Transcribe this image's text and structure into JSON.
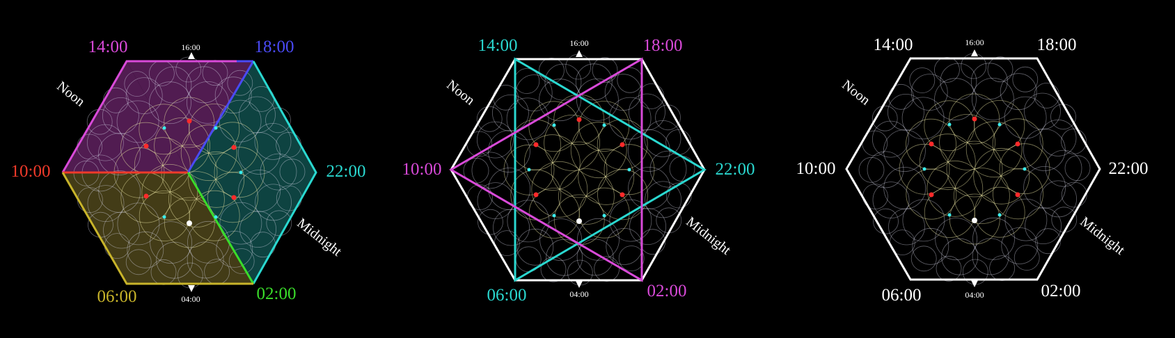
{
  "colors": {
    "background": "#000000",
    "white": "#ffffff",
    "magenta": "#d94ad9",
    "blue": "#4a4af5",
    "cyan": "#2ad8d0",
    "red": "#f03a2a",
    "green": "#3adc2a",
    "yellow": "#c8b42a",
    "circle_line": "#d8d8e8",
    "dot_red": "#ff2a2a",
    "dot_cyan": "#3aeeee",
    "dot_white": "#ffffff"
  },
  "panels": [
    {
      "id": "panel-1",
      "labels": {
        "t1400": "14:00",
        "t1600": "16:00",
        "t1800": "18:00",
        "t2200": "22:00",
        "t0200": "02:00",
        "t0400": "04:00",
        "t0600": "06:00",
        "t1000": "10:00",
        "noon": "Noon",
        "midnight": "Midnight"
      },
      "label_colors": {
        "t1400": "#d94ad9",
        "t1800": "#4a4af5",
        "t2200": "#2ad8d0",
        "t0200": "#3adc2a",
        "t0600": "#c8b42a",
        "t1000": "#f03a2a"
      }
    },
    {
      "id": "panel-2",
      "labels": {
        "t1400": "14:00",
        "t1600": "16:00",
        "t1800": "18:00",
        "t2200": "22:00",
        "t0200": "02:00",
        "t0400": "04:00",
        "t0600": "06:00",
        "t1000": "10:00",
        "noon": "Noon",
        "midnight": "Midnight"
      },
      "label_colors": {
        "t1400": "#2ad8d0",
        "t1800": "#d94ad9",
        "t2200": "#2ad8d0",
        "t0200": "#d94ad9",
        "t0600": "#2ad8d0",
        "t1000": "#d94ad9"
      }
    },
    {
      "id": "panel-3",
      "labels": {
        "t1400": "14:00",
        "t1600": "16:00",
        "t1800": "18:00",
        "t2200": "22:00",
        "t0200": "02:00",
        "t0400": "04:00",
        "t0600": "06:00",
        "t1000": "10:00",
        "noon": "Noon",
        "midnight": "Midnight"
      },
      "label_colors": {
        "t1400": "#ffffff",
        "t1800": "#ffffff",
        "t2200": "#ffffff",
        "t0200": "#ffffff",
        "t0600": "#ffffff",
        "t1000": "#ffffff"
      }
    }
  ]
}
